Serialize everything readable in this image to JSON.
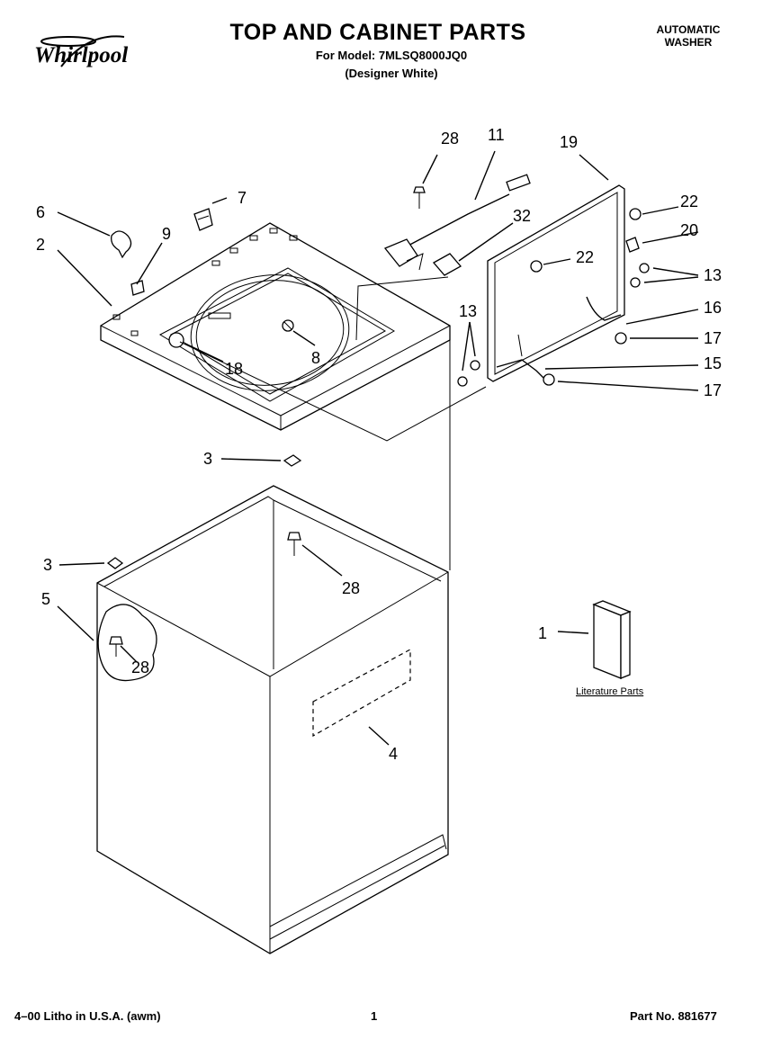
{
  "header": {
    "brand": "Whirlpool",
    "title": "TOP AND CABINET PARTS",
    "model_line": "For Model: 7MLSQ8000JQ0",
    "variant_line": "(Designer White)",
    "product_type_line1": "AUTOMATIC",
    "product_type_line2": "WASHER"
  },
  "callouts": {
    "c1": "1",
    "c2": "2",
    "c3a": "3",
    "c3b": "3",
    "c4": "4",
    "c5": "5",
    "c6": "6",
    "c7": "7",
    "c8": "8",
    "c9": "9",
    "c11": "11",
    "c13a": "13",
    "c13b": "13",
    "c15": "15",
    "c16": "16",
    "c17a": "17",
    "c17b": "17",
    "c18": "18",
    "c19": "19",
    "c20": "20",
    "c22a": "22",
    "c22b": "22",
    "c28a": "28",
    "c28b": "28",
    "c28c": "28",
    "c32": "32"
  },
  "literature_label": "Literature Parts",
  "footer": {
    "left": "4–00 Litho in U.S.A. (awm)",
    "page": "1",
    "part_no": "Part No. 881677"
  }
}
